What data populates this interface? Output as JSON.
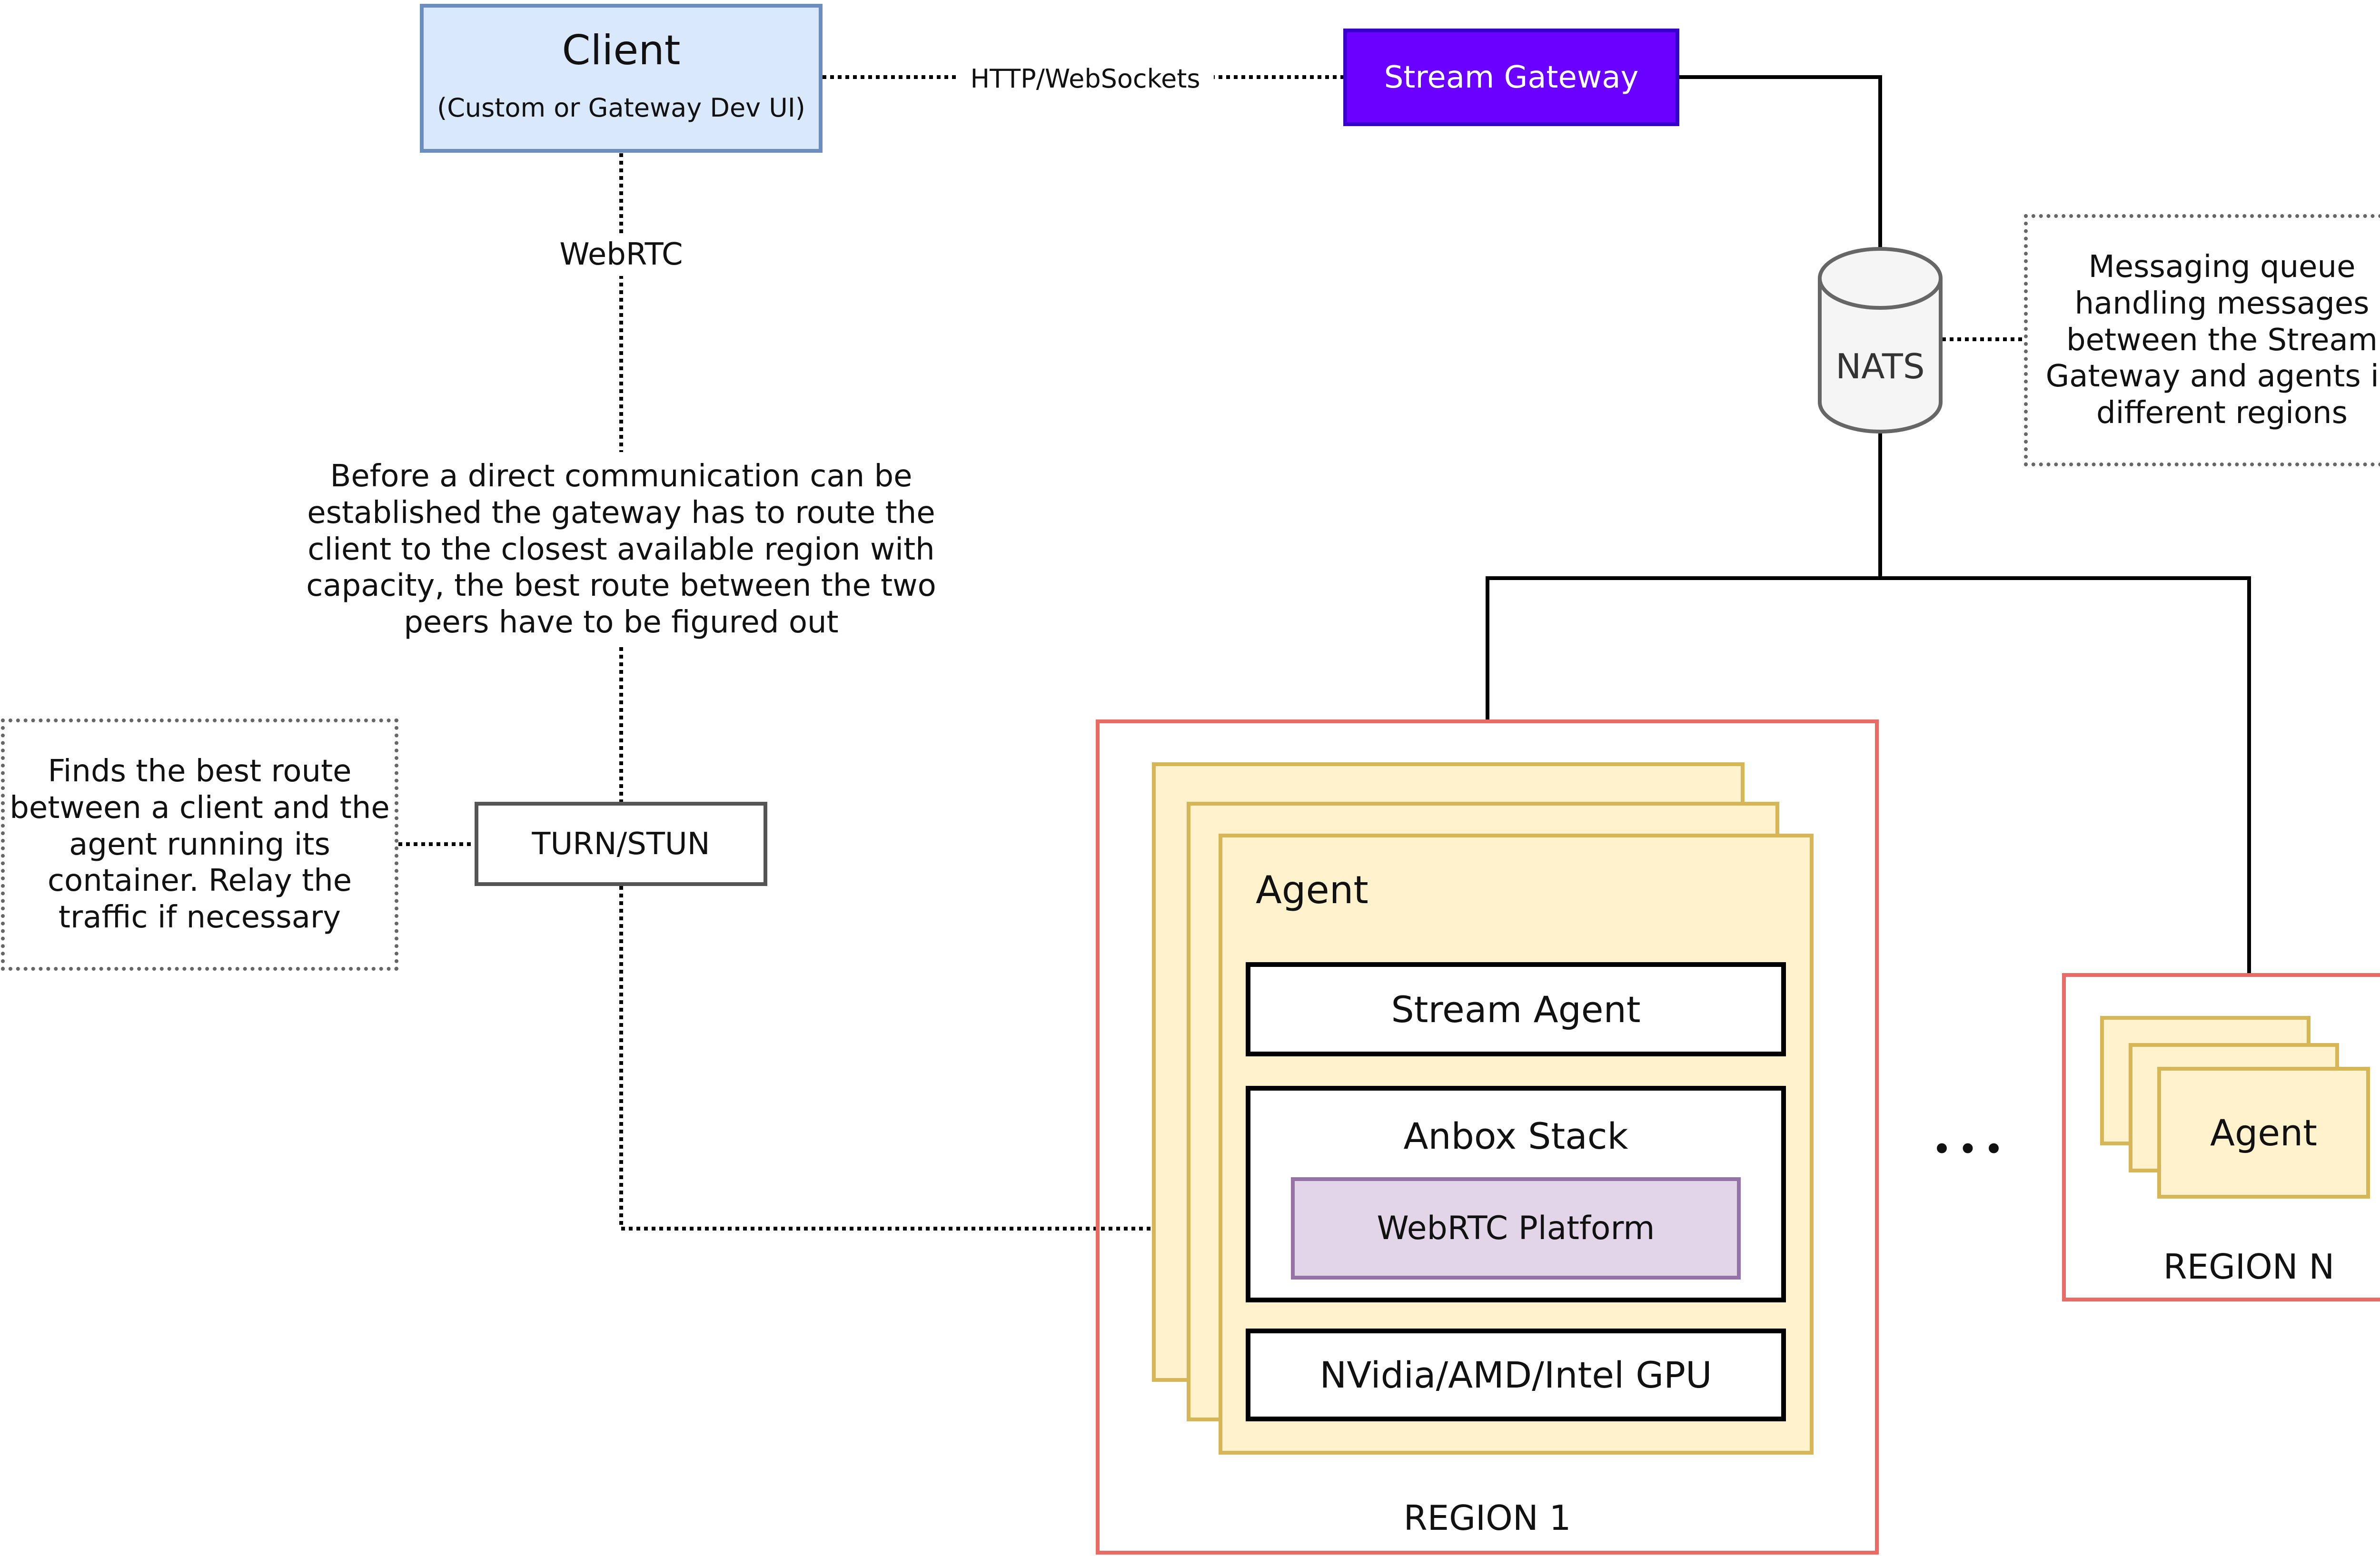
{
  "colors": {
    "client_fill": "#dae8fc",
    "client_border": "#6c8ebf",
    "gateway_fill": "#6a00ff",
    "gateway_text": "#ffffff",
    "gateway_border": "#3700cc",
    "region_border": "#ea6b66",
    "agent_fill": "#fff2cc",
    "agent_border": "#d6b656",
    "webrtc_fill": "#e1d5e7",
    "webrtc_border": "#9673a6",
    "nats_fill": "#f5f5f5",
    "nats_border": "#666666",
    "line": "#000000",
    "note_border": "#666666"
  },
  "client": {
    "title": "Client",
    "subtitle": "(Custom or Gateway Dev UI)"
  },
  "gateway": {
    "label": "Stream Gateway"
  },
  "edges": {
    "http": "HTTP/WebSockets",
    "webrtc": "WebRTC",
    "route_note": "Before a direct communication can be\nestablished the gateway has to route the\nclient to the closest available region with\ncapacity, the best route between the two\npeers have to be figured out"
  },
  "nats": {
    "label": "NATS",
    "icon": "database-cylinder-icon",
    "note": "Messaging queue\nhandling messages\nbetween the Stream\nGateway and agents in\ndifferent regions"
  },
  "turn": {
    "label": "TURN/STUN",
    "note": "Finds  the best route\nbetween a client and the\nagent running its\ncontainer. Relay the\ntraffic if necessary"
  },
  "region1": {
    "label": "REGION 1",
    "agent": {
      "title": "Agent",
      "stream_agent": "Stream Agent",
      "anbox_stack": "Anbox Stack",
      "webrtc_platform": "WebRTC Platform",
      "gpu": "NVidia/AMD/Intel GPU"
    }
  },
  "ellipsis": "•••",
  "regionN": {
    "label": "REGION N",
    "agent": "Agent"
  }
}
